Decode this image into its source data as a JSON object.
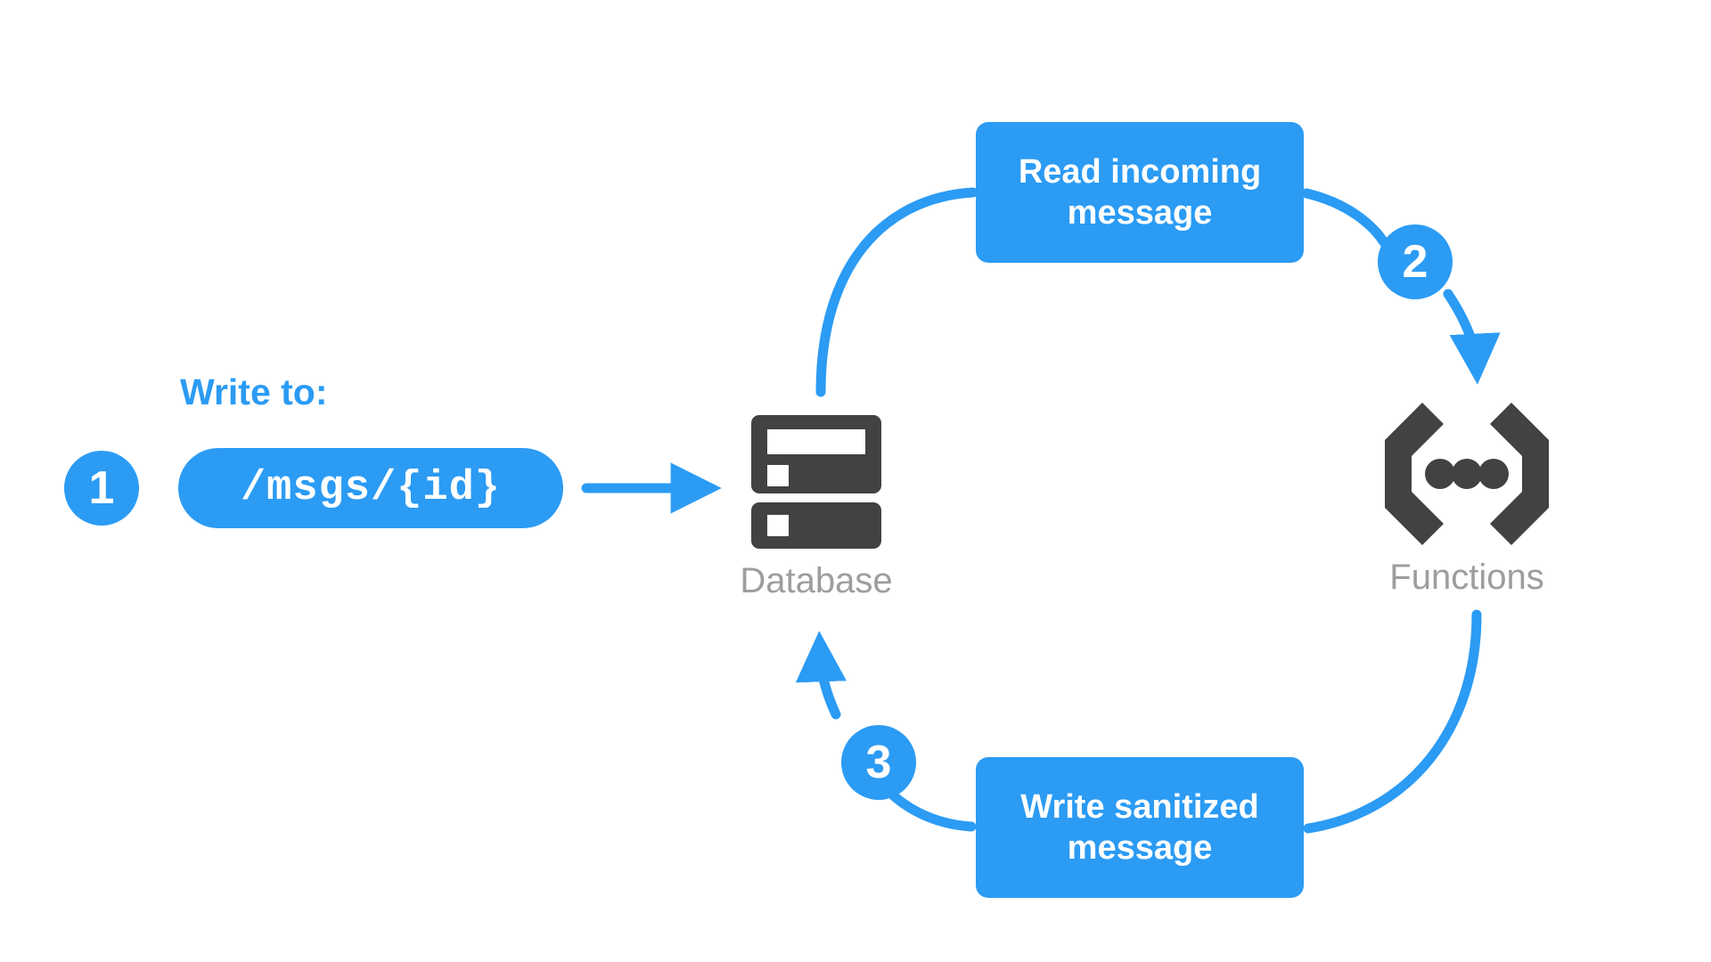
{
  "diagram": {
    "title": "Firebase Database and Functions message sanitization flow",
    "background": "#ffffff",
    "accent_color": "#2b9bf4",
    "icon_color": "#424242",
    "label_color": "#9d9d9d"
  },
  "write_to": {
    "caption": "Write to:",
    "path_value": "/msgs/{id}"
  },
  "steps": [
    {
      "number": "1",
      "describes": "Write to /msgs/{id}"
    },
    {
      "number": "2",
      "describes": "Read incoming message"
    },
    {
      "number": "3",
      "describes": "Write sanitized message"
    }
  ],
  "boxes": {
    "read": {
      "line1": "Read incoming",
      "line2": "message"
    },
    "write": {
      "line1": "Write sanitized",
      "line2": "message"
    }
  },
  "nodes": [
    {
      "id": "database",
      "label": "Database",
      "icon": "database-icon"
    },
    {
      "id": "functions",
      "label": "Functions",
      "icon": "functions-braces-icon"
    }
  ],
  "edges": [
    {
      "from": "path-pill",
      "to": "database",
      "style": "straight-arrow"
    },
    {
      "from": "database",
      "to": "read-box",
      "style": "arc"
    },
    {
      "from": "read-box",
      "to": "functions",
      "style": "arc-arrow",
      "badge": "2"
    },
    {
      "from": "functions",
      "to": "write-box",
      "style": "arc"
    },
    {
      "from": "write-box",
      "to": "database",
      "style": "arc-arrow",
      "badge": "3"
    }
  ]
}
